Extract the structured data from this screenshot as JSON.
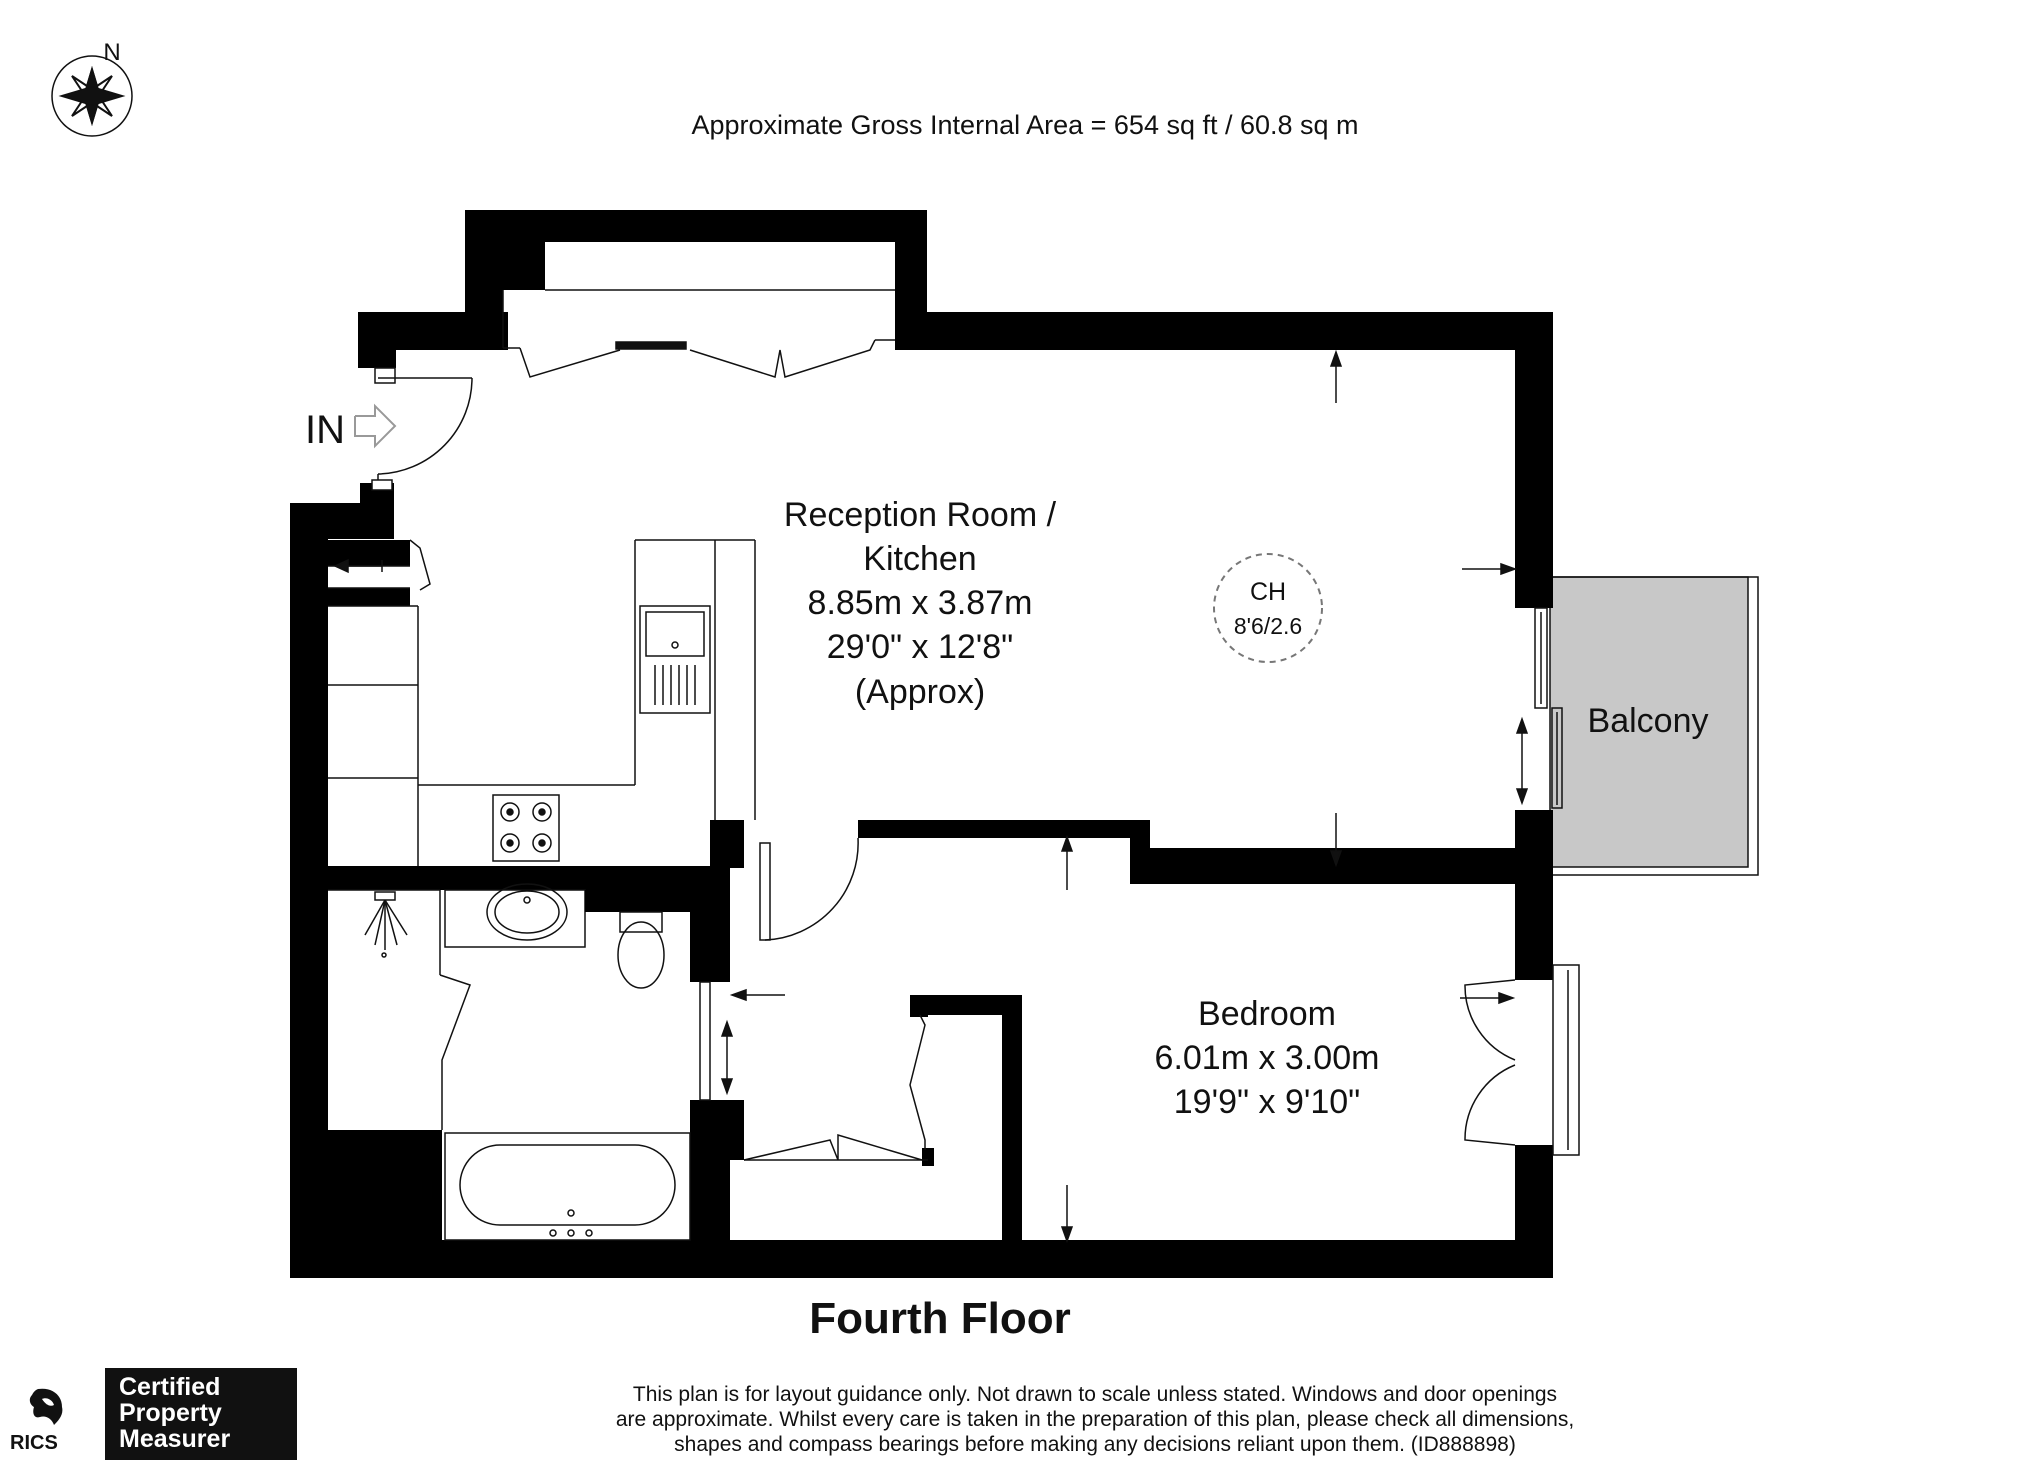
{
  "header": {
    "compass_label": "N",
    "area_text": "Approximate Gross Internal Area = 654 sq ft / 60.8 sq m"
  },
  "plan": {
    "entrance_label": "IN",
    "reception": {
      "name_line1": "Reception Room /",
      "name_line2": "Kitchen",
      "metric": "8.85m x 3.87m",
      "imperial": "29'0\" x 12'8\"",
      "note": "(Approx)"
    },
    "ceiling_height": {
      "label": "CH",
      "value": "8'6/2.6"
    },
    "balcony": {
      "name": "Balcony"
    },
    "bedroom": {
      "name": "Bedroom",
      "metric": "6.01m x 3.00m",
      "imperial": "19'9\" x 9'10\""
    },
    "floor_title": "Fourth Floor"
  },
  "footer": {
    "disclaimer_lines": [
      "This plan is for layout guidance only. Not drawn to scale unless stated. Windows and door openings",
      "are approximate. Whilst every care is taken in the preparation of this plan, please check all dimensions,",
      "shapes and compass bearings before making any decisions reliant upon them. (ID888898)"
    ],
    "badge_lines": [
      "Certified",
      "Property",
      "Measurer"
    ],
    "rics_logo_text": "RICS"
  },
  "colors": {
    "wall": "#000000",
    "balcony_fill": "#c8c8c8",
    "line": "#111111"
  }
}
